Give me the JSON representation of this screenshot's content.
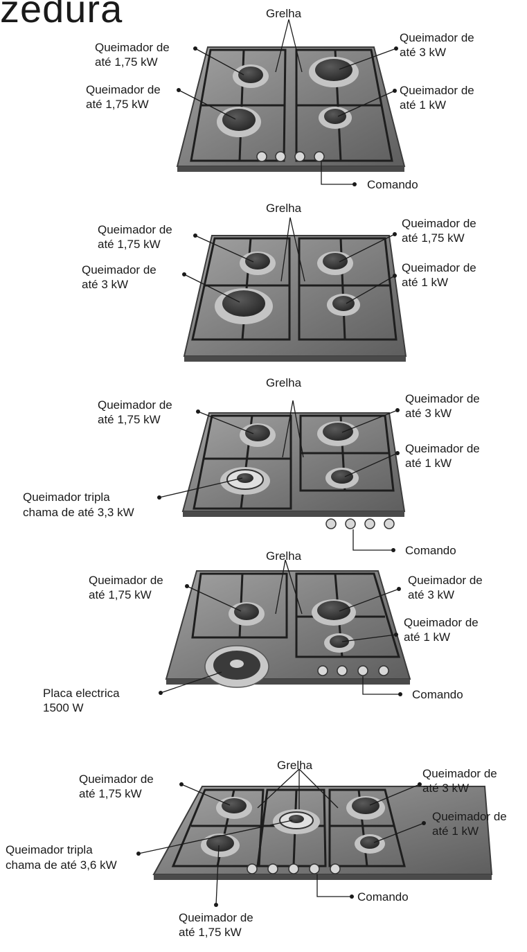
{
  "title": "zedura",
  "panels": [
    {
      "labels": [
        "Grelha",
        "Queimador de",
        "até 1,75 kW",
        "Queimador de",
        "até 1,75 kW",
        "Queimador de",
        "até 3 kW",
        "Queimador de",
        "até 1 kW",
        "Comando"
      ]
    },
    {
      "labels": [
        "Grelha",
        "Queimador de",
        "até 1,75 kW",
        "Queimador de",
        "até 3 kW",
        "Queimador de",
        "até 1,75 kW",
        "Queimador de",
        "até 1 kW"
      ]
    },
    {
      "labels": [
        "Grelha",
        "Queimador de",
        "até 1,75 kW",
        "Queimador tripla",
        "chama de até 3,3 kW",
        "Queimador de",
        "até 3 kW",
        "Queimador de",
        "até  1 kW",
        "Comando"
      ]
    },
    {
      "labels": [
        "Grelha",
        "Queimador de",
        "até 1,75 kW",
        "Placa electrica",
        "1500 W",
        "Queimador de",
        "até 3 kW",
        "Queimador de",
        "até 1 kW",
        "Comando"
      ]
    },
    {
      "labels": [
        "Grelha",
        "Queimador de",
        "até 1,75 kW",
        "Queimador tripla",
        "chama de até 3,6 kW",
        "Queimador de",
        "até 1,75 kW",
        "Queimador de",
        "até 3 kW",
        "Queimador de",
        "até 1 kW",
        "Comando"
      ]
    }
  ],
  "colors": {
    "plate": "#8a8a8a",
    "plate_dark": "#5a5a5a",
    "grate": "#1e1e1e",
    "burner": "#3a3a3a",
    "ring": "#b8b8b8",
    "text": "#1a1a1a"
  }
}
